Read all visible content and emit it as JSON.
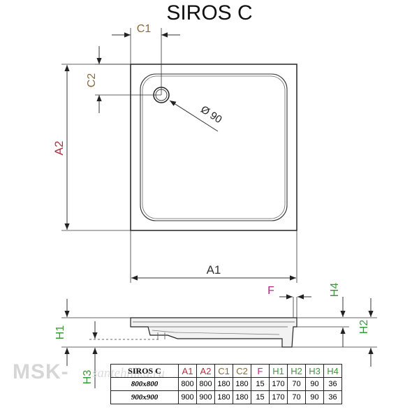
{
  "title": "SIROS C",
  "labels": {
    "c1": "C1",
    "c2": "C2",
    "a1": "A1",
    "a2": "A2",
    "diameter": "Ø 90",
    "f": "F",
    "h1": "H1",
    "h2": "H2",
    "h3": "H3",
    "h4": "H4"
  },
  "colors": {
    "c_dims": "#8a6a3a",
    "a_dims": "#b03040",
    "f_dim": "#c0208a",
    "h_dims": "#3a9a3a",
    "lines": "#222222"
  },
  "watermark": {
    "brand": "MSK-",
    "site": "santehnika.ru"
  },
  "table": {
    "headers": [
      "SIROS C",
      "A1",
      "A2",
      "C1",
      "C2",
      "F",
      "H1",
      "H2",
      "H3",
      "H4"
    ],
    "header_colors": [
      "#111111",
      "#b03040",
      "#b03040",
      "#8a6a3a",
      "#8a6a3a",
      "#c0208a",
      "#3a9a3a",
      "#3a9a3a",
      "#3a9a3a",
      "#3a9a3a"
    ],
    "rows": [
      [
        "800x800",
        "800",
        "800",
        "180",
        "180",
        "15",
        "170",
        "70",
        "90",
        "36"
      ],
      [
        "900x900",
        "900",
        "900",
        "180",
        "180",
        "15",
        "170",
        "70",
        "90",
        "36"
      ]
    ]
  }
}
